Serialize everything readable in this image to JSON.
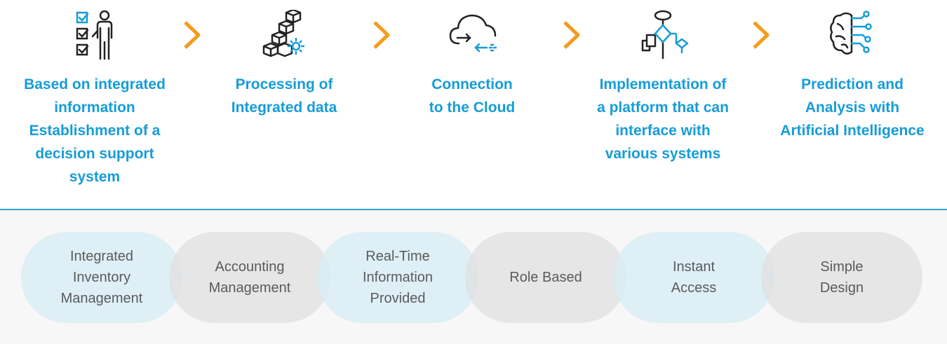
{
  "steps": [
    {
      "icon": "checklist-person-icon",
      "label": "Based on integrated\ninformation\nEstablishment of a\ndecision support\nsystem"
    },
    {
      "icon": "blocks-gear-icon",
      "label": "Processing of\nIntegrated data"
    },
    {
      "icon": "cloud-connection-icon",
      "label": "Connection\nto the Cloud"
    },
    {
      "icon": "flowchart-icon",
      "label": "Implementation of\na platform that can\ninterface with\nvarious systems"
    },
    {
      "icon": "ai-brain-icon",
      "label": "Prediction and\nAnalysis with\nArtificial Intelligence"
    }
  ],
  "arrow_icon": "chevron-right-icon",
  "features": [
    {
      "label": "Integrated\nInventory\nManagement"
    },
    {
      "label": "Accounting\nManagement"
    },
    {
      "label": "Real-Time\nInformation\nProvided"
    },
    {
      "label": "Role Based"
    },
    {
      "label": "Instant\nAccess"
    },
    {
      "label": "Simple\nDesign"
    }
  ],
  "colors": {
    "accent": "#169cd8",
    "arrow": "#f39c1e",
    "pill_blue": "#d6ecf5",
    "pill_gray": "#e0e0e0",
    "text_gray": "#5b5b5b"
  }
}
